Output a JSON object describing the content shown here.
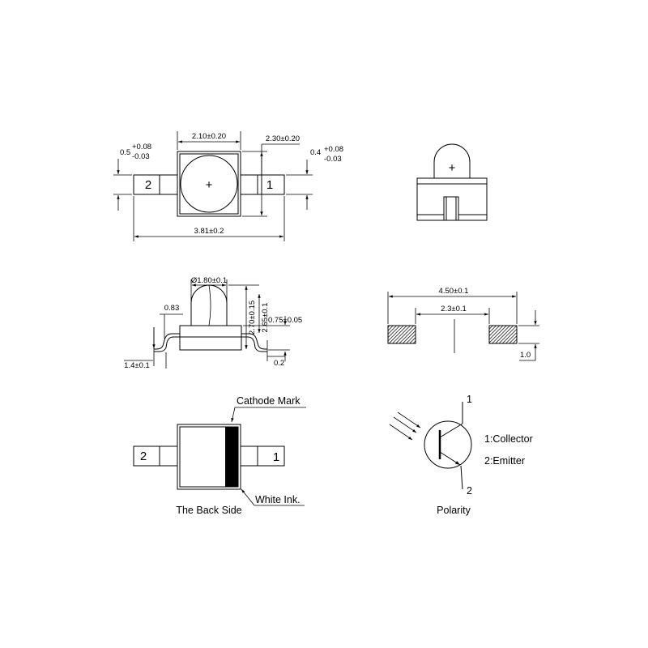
{
  "top_view": {
    "width_dim": "2.10±0.20",
    "height_dim": "2.30±0.20",
    "total_length_dim": "3.81±0.2",
    "lead_width_left": "0.5",
    "lead_width_left_plus": "+0.08",
    "lead_width_left_minus": "-0.03",
    "lead_width_right": "0.4",
    "lead_width_right_plus": "+0.08",
    "lead_width_right_minus": "-0.03",
    "pin_left": "2",
    "pin_right": "1",
    "center_mark": "+"
  },
  "front_view": {
    "center_mark": "+"
  },
  "side_view": {
    "lens_diameter_dim": "Ø1.80±0.1",
    "dim_083": "0.83",
    "dim_270": "2.70±0.15",
    "dim_265": "2.65±0.1",
    "dim_075": "0.75±0.05",
    "dim_14": "1.4±0.1",
    "dim_02": "0.2"
  },
  "pad_layout": {
    "total_dim": "4.50±0.1",
    "inner_dim": "2.3±0.1",
    "pad_height_dim": "1.0"
  },
  "back_view": {
    "cathode_label": "Cathode Mark",
    "white_ink_label": "White Ink.",
    "caption": "The Back Side",
    "pin_left": "2",
    "pin_right": "1"
  },
  "polarity": {
    "pin_top": "1",
    "pin_bottom": "2",
    "collector_label": "1:Collector",
    "emitter_label": "2:Emitter",
    "caption": "Polarity"
  }
}
